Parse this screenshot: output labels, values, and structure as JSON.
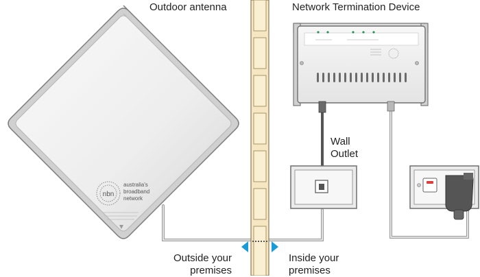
{
  "labels": {
    "outdoor_antenna": "Outdoor antenna",
    "network_termination_device": "Network Termination Device",
    "wall_outlet_line1": "Wall",
    "wall_outlet_line2": "Outlet",
    "outside_line1": "Outside your",
    "outside_line2": "premises",
    "inside_line1": "Inside your",
    "inside_line2": "premises"
  },
  "antenna": {
    "logo_text": "nbn",
    "brand_line1": "australia's",
    "brand_line2": "broadband",
    "brand_line3": "network"
  },
  "colors": {
    "arrow_blue": "#1a9ad6",
    "wall_beige": "#f6e6c2",
    "cable_gray": "#aaaaaa",
    "device_body": "#f3f3f3"
  }
}
